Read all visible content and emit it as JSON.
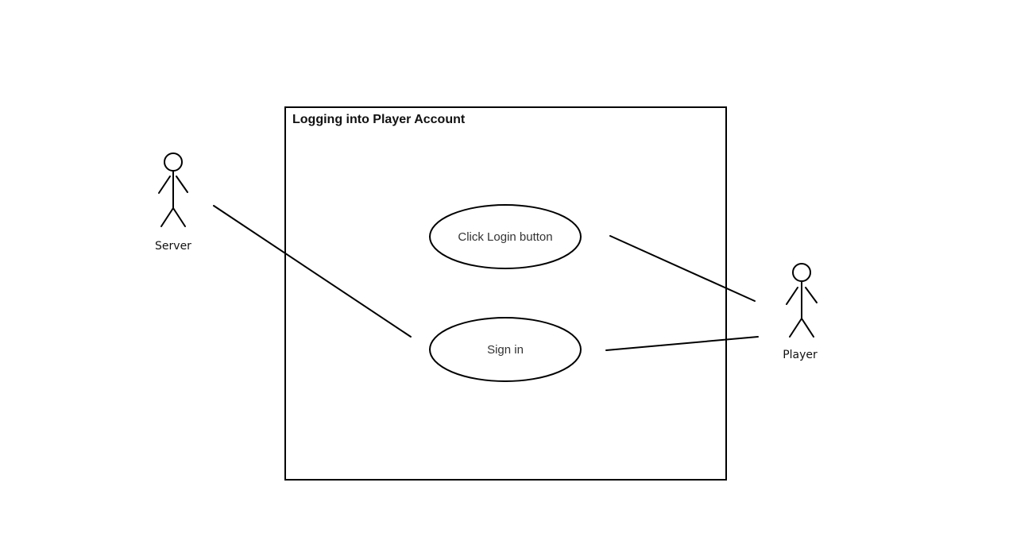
{
  "system": {
    "title": "Logging into Player Account"
  },
  "use_cases": {
    "click_login": "Click Login button",
    "sign_in": "Sign in"
  },
  "actors": {
    "server": "Server",
    "player": "Player"
  }
}
